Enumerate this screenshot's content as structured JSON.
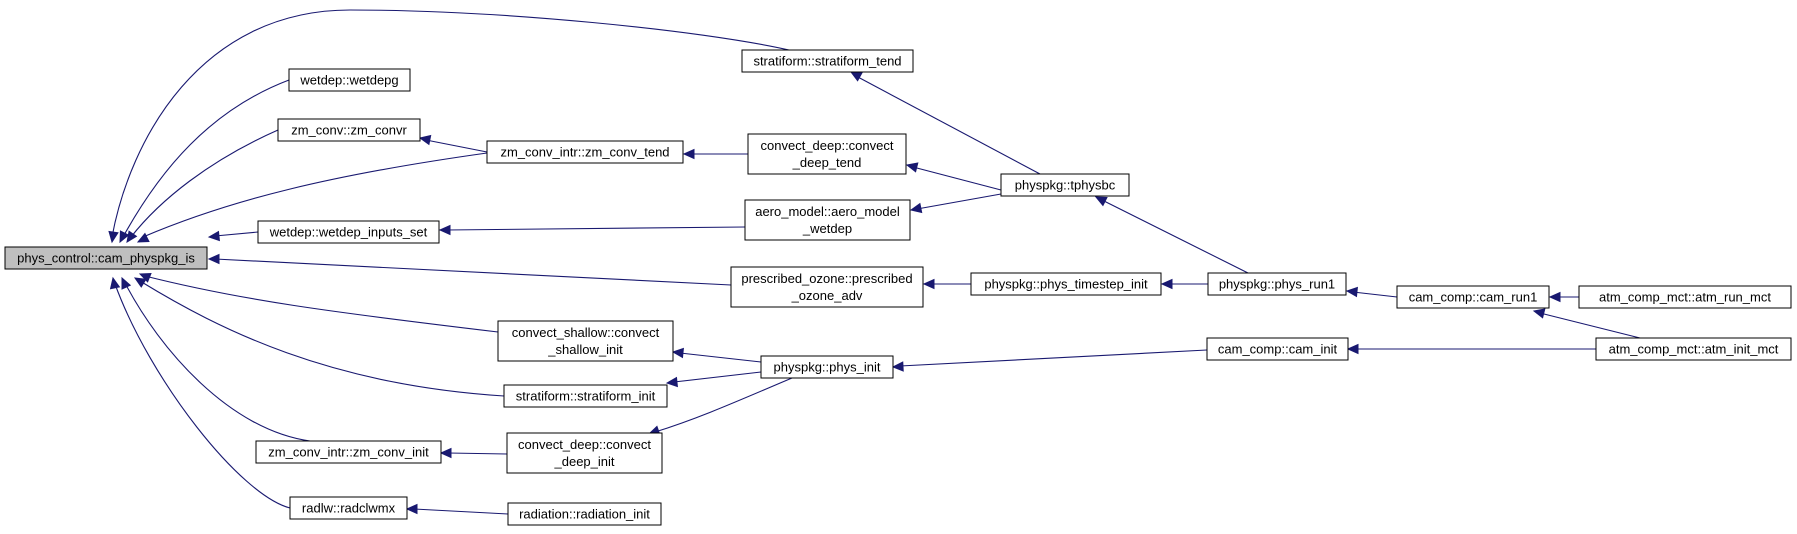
{
  "graph": {
    "edge_color": "#191970",
    "root_fill": "#bfbfbf",
    "nodes": [
      {
        "id": "root",
        "lines": [
          "phys_control::cam_physpkg_is"
        ]
      },
      {
        "id": "wetdepg",
        "lines": [
          "wetdep::wetdepg"
        ]
      },
      {
        "id": "zmconvr",
        "lines": [
          "zm_conv::zm_convr"
        ]
      },
      {
        "id": "wetdepinputs",
        "lines": [
          "wetdep::wetdep_inputs_set"
        ]
      },
      {
        "id": "zmconvinit",
        "lines": [
          "zm_conv_intr::zm_conv_init"
        ]
      },
      {
        "id": "radclwmx",
        "lines": [
          "radlw::radclwmx"
        ]
      },
      {
        "id": "stratend",
        "lines": [
          "stratiform::stratiform_tend"
        ]
      },
      {
        "id": "zmconvtend",
        "lines": [
          "zm_conv_intr::zm_conv_tend"
        ]
      },
      {
        "id": "cdtend",
        "lines": [
          "convect_deep::convect",
          "_deep_tend"
        ]
      },
      {
        "id": "aero",
        "lines": [
          "aero_model::aero_model",
          "_wetdep"
        ]
      },
      {
        "id": "ozone",
        "lines": [
          "prescribed_ozone::prescribed",
          "_ozone_adv"
        ]
      },
      {
        "id": "shallowinit",
        "lines": [
          "convect_shallow::convect",
          "_shallow_init"
        ]
      },
      {
        "id": "stratinit",
        "lines": [
          "stratiform::stratiform_init"
        ]
      },
      {
        "id": "cdinit",
        "lines": [
          "convect_deep::convect",
          "_deep_init"
        ]
      },
      {
        "id": "radinit",
        "lines": [
          "radiation::radiation_init"
        ]
      },
      {
        "id": "tphysbc",
        "lines": [
          "physpkg::tphysbc"
        ]
      },
      {
        "id": "timestep",
        "lines": [
          "physpkg::phys_timestep_init"
        ]
      },
      {
        "id": "physinit",
        "lines": [
          "physpkg::phys_init"
        ]
      },
      {
        "id": "physrun1",
        "lines": [
          "physpkg::phys_run1"
        ]
      },
      {
        "id": "caminit",
        "lines": [
          "cam_comp::cam_init"
        ]
      },
      {
        "id": "camrun1",
        "lines": [
          "cam_comp::cam_run1"
        ]
      },
      {
        "id": "atmrun",
        "lines": [
          "atm_comp_mct::atm_run_mct"
        ]
      },
      {
        "id": "atminit",
        "lines": [
          "atm_comp_mct::atm_init_mct"
        ]
      }
    ]
  }
}
